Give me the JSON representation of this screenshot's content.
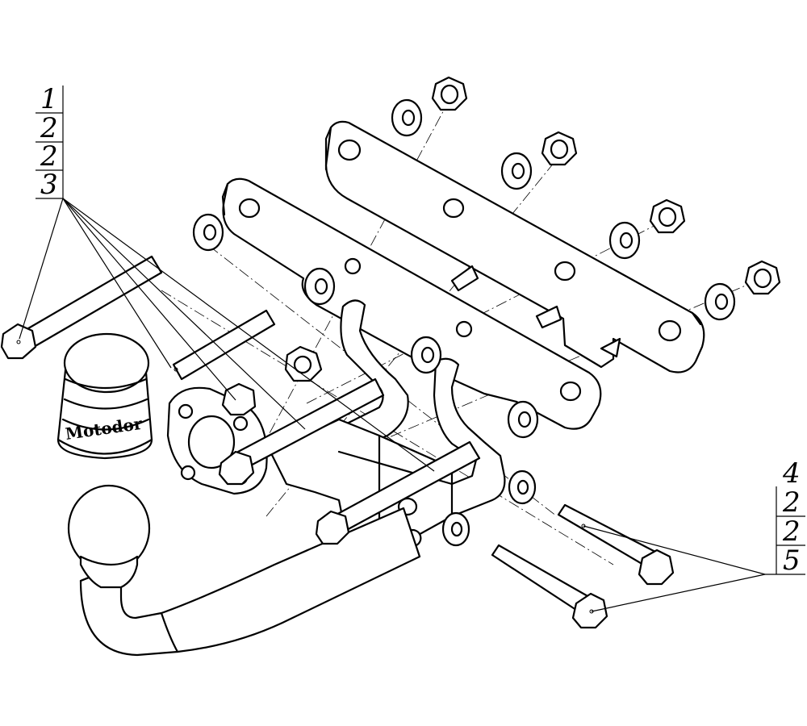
{
  "callouts": {
    "top_left": [
      "1",
      "2",
      "2",
      "3"
    ],
    "bottom_right": [
      "4",
      "2",
      "2",
      "5"
    ]
  },
  "brand_text": "Motodor"
}
